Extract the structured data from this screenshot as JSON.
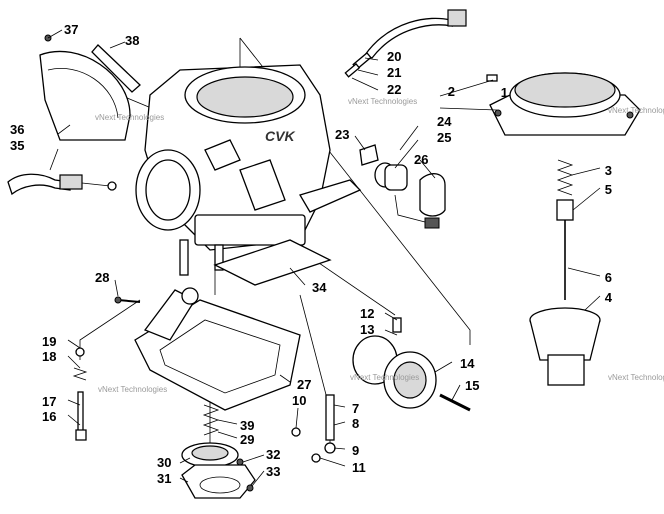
{
  "diagram": {
    "part_numbers": [
      "1",
      "2",
      "3",
      "4",
      "5",
      "6",
      "7",
      "8",
      "9",
      "10",
      "11",
      "12",
      "13",
      "14",
      "15",
      "16",
      "17",
      "18",
      "19",
      "20",
      "21",
      "22",
      "23",
      "24",
      "25",
      "26",
      "27",
      "28",
      "29",
      "30",
      "31",
      "32",
      "33",
      "34",
      "35",
      "36",
      "37",
      "38",
      "39"
    ],
    "watermark_text": "vNext Technologies",
    "engraving_text": "CVK"
  }
}
